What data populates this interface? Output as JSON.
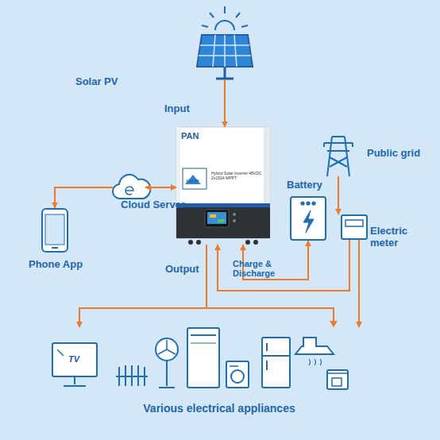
{
  "diagram": {
    "nodes": [
      {
        "text": [
          "Solar PV"
        ]
      },
      {
        "text": [
          "PAN",
          "11KW",
          "Hybrid Solar Inverter 48VDC 2x150A MPPT"
        ]
      },
      {
        "text": [
          "Cloud Server"
        ]
      },
      {
        "text": [
          "Phone App"
        ]
      },
      {
        "text": [
          "Battery"
        ]
      },
      {
        "text": [
          "Public grid"
        ]
      },
      {
        "text": [
          "Electric meter"
        ]
      },
      {
        "text": [
          "Various electrical appliances"
        ]
      }
    ],
    "edges": [
      {
        "from": 0,
        "to": 1,
        "label": "Input",
        "arrow": "to"
      },
      {
        "from": 1,
        "to": 2,
        "arrow": "both"
      },
      {
        "from": 2,
        "to": 3,
        "arrow": "to"
      },
      {
        "from": 1,
        "to": 4,
        "label": "Charge & Discharge",
        "arrow": "both"
      },
      {
        "from": 5,
        "to": 6,
        "arrow": "to"
      },
      {
        "from": 6,
        "to": 1,
        "arrow": "to"
      },
      {
        "from": 6,
        "to": 7,
        "arrow": "to"
      },
      {
        "from": 1,
        "to": 7,
        "label": "Output",
        "arrow": "to"
      }
    ],
    "labels": [
      "TV"
    ]
  }
}
